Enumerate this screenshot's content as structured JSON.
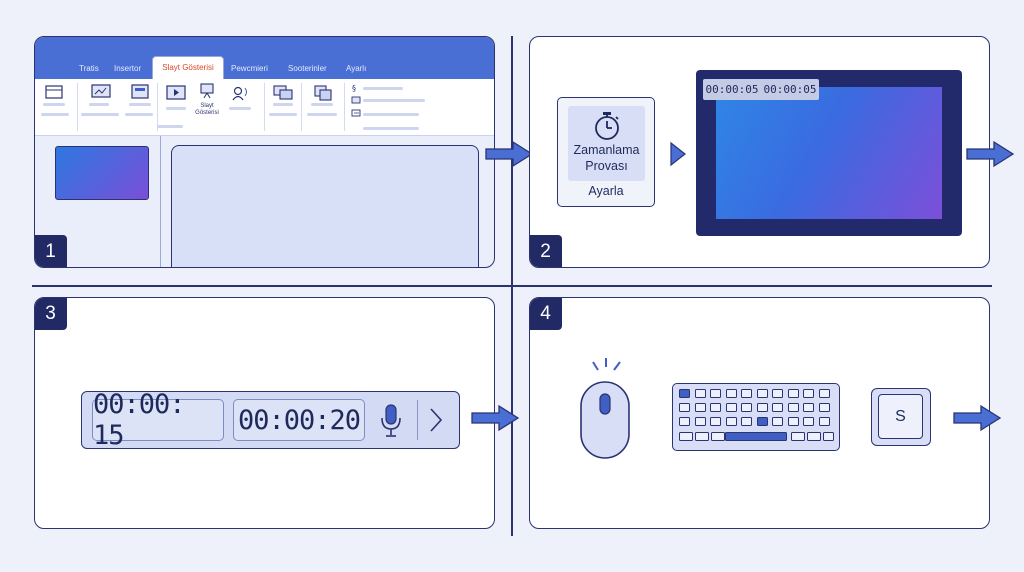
{
  "steps": [
    {
      "number": "1"
    },
    {
      "number": "2"
    },
    {
      "number": "3"
    },
    {
      "number": "4"
    }
  ],
  "ribbon": {
    "tabs": [
      "Tratis",
      "Insertor",
      "Slayt Gösterisi",
      "Pewcmieri",
      "Sooterinler",
      "Ayarlı"
    ],
    "active_tab": "Slayt Gösterisi",
    "slide_show_button_label": "Slayt Gösterisi"
  },
  "step2": {
    "rehearse_label": "Zamanlama Provası",
    "setup_label": "Ayarla",
    "overlay_timer_left": "00:00:05",
    "overlay_timer_right": "00:00:05"
  },
  "step3": {
    "slide_time": "00:00: 15",
    "total_time": "00:00:20"
  },
  "step4": {
    "key_label": "S"
  },
  "colors": {
    "background": "#eef1f9",
    "frame": "#2b3373",
    "ribbon": "#4a6fd4",
    "accent": "#3f5fc4"
  },
  "icons": [
    "arrow-right-icon",
    "stopwatch-icon",
    "play-icon",
    "microphone-icon",
    "chevron-right-icon",
    "mouse-icon",
    "keyboard-icon"
  ]
}
